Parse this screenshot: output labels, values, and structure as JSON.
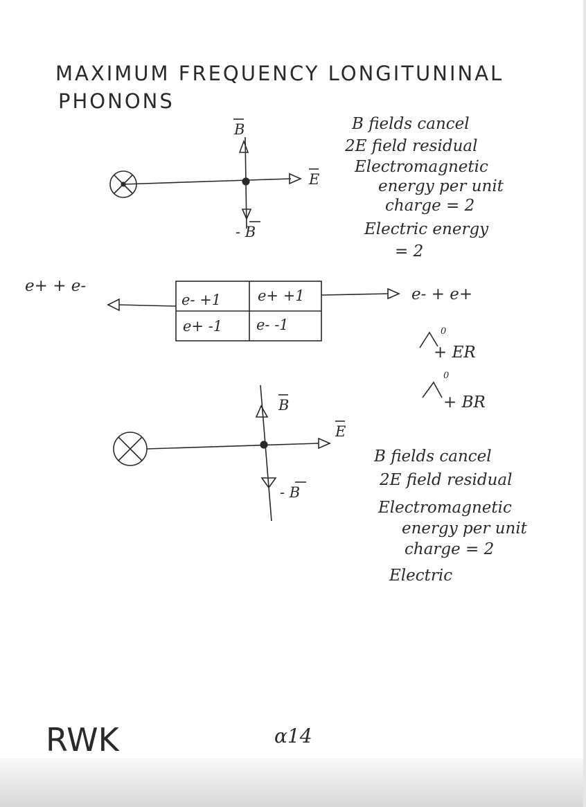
{
  "title": {
    "line1": "MAXIMUM FREQUENCY LONGITUNINAL",
    "line2": "PHONONS"
  },
  "diagram_top": {
    "label_b_up": "B",
    "label_e_right": "E",
    "label_b_down": "- B",
    "notes": [
      "B fields cancel",
      "2E field residual",
      "Electromagnetic",
      "energy per unit",
      "charge = 2",
      "Electric energy",
      "= 2"
    ]
  },
  "table_section": {
    "left_label": "e+ + e-",
    "right_label": "e- + e+",
    "cells": [
      [
        "e- +1",
        "e+ +1"
      ],
      [
        "e+ -1",
        "e- -1"
      ]
    ],
    "lambda_e": "+ ER",
    "lambda_b": "+ BR",
    "lambda_sup": "0"
  },
  "diagram_bottom": {
    "label_b_up": "B",
    "label_e_right": "E",
    "label_b_down": "- B",
    "notes": [
      "B fields cancel",
      "2E field residual",
      "Electromagnetic",
      "energy per unit",
      "charge = 2",
      "Electric"
    ]
  },
  "footer": {
    "signature": "RWK",
    "page_number": "α14"
  }
}
